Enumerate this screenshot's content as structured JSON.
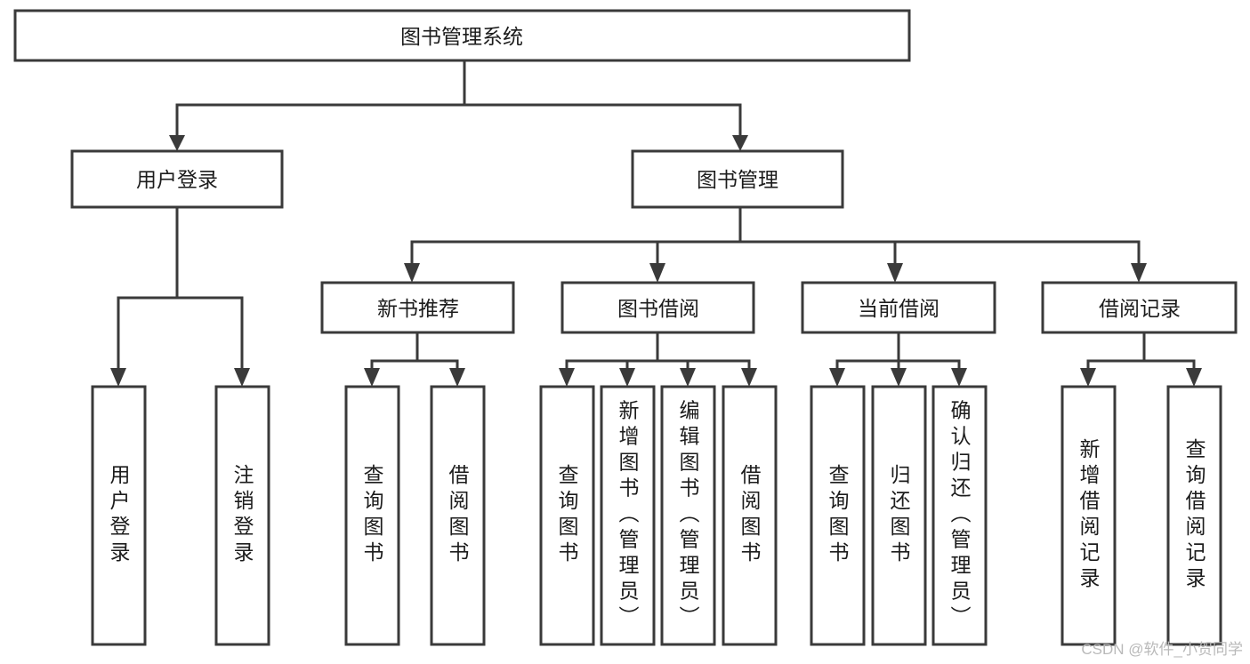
{
  "diagram": {
    "type": "tree",
    "title": "图书管理系统",
    "watermark": "CSDN @软件_小贺同学",
    "orientation": "top-down",
    "levels": [
      {
        "level": 0,
        "nodes": [
          {
            "id": "root",
            "label": "图书管理系统",
            "text_direction": "horizontal"
          }
        ]
      },
      {
        "level": 1,
        "nodes": [
          {
            "id": "login",
            "label": "用户登录",
            "text_direction": "horizontal",
            "parent": "root"
          },
          {
            "id": "bookmgmt",
            "label": "图书管理",
            "text_direction": "horizontal",
            "parent": "root"
          }
        ]
      },
      {
        "level": 2,
        "nodes": [
          {
            "id": "newbook",
            "label": "新书推荐",
            "text_direction": "horizontal",
            "parent": "bookmgmt"
          },
          {
            "id": "borrow",
            "label": "图书借阅",
            "text_direction": "horizontal",
            "parent": "bookmgmt"
          },
          {
            "id": "current",
            "label": "当前借阅",
            "text_direction": "horizontal",
            "parent": "bookmgmt"
          },
          {
            "id": "records",
            "label": "借阅记录",
            "text_direction": "horizontal",
            "parent": "bookmgmt"
          }
        ]
      },
      {
        "level": 3,
        "nodes": [
          {
            "id": "leaf-1",
            "label": "用户登录",
            "text_direction": "vertical",
            "parent": "login"
          },
          {
            "id": "leaf-2",
            "label": "注销登录",
            "text_direction": "vertical",
            "parent": "login"
          },
          {
            "id": "leaf-3",
            "label": "查询图书",
            "text_direction": "vertical",
            "parent": "newbook"
          },
          {
            "id": "leaf-4",
            "label": "借阅图书",
            "text_direction": "vertical",
            "parent": "newbook"
          },
          {
            "id": "leaf-5",
            "label": "查询图书",
            "text_direction": "vertical",
            "parent": "borrow"
          },
          {
            "id": "leaf-6",
            "label": "新增图书（管理员）",
            "text_direction": "vertical",
            "parent": "borrow"
          },
          {
            "id": "leaf-7",
            "label": "编辑图书（管理员）",
            "text_direction": "vertical",
            "parent": "borrow"
          },
          {
            "id": "leaf-8",
            "label": "借阅图书",
            "text_direction": "vertical",
            "parent": "borrow"
          },
          {
            "id": "leaf-9",
            "label": "查询图书",
            "text_direction": "vertical",
            "parent": "current"
          },
          {
            "id": "leaf-10",
            "label": "归还图书",
            "text_direction": "vertical",
            "parent": "current"
          },
          {
            "id": "leaf-11",
            "label": "确认归还（管理员）",
            "text_direction": "vertical",
            "parent": "current"
          },
          {
            "id": "leaf-12",
            "label": "新增借阅记录",
            "text_direction": "vertical",
            "parent": "records"
          },
          {
            "id": "leaf-13",
            "label": "查询借阅记录",
            "text_direction": "vertical",
            "parent": "records"
          }
        ]
      }
    ],
    "colors": {
      "box_stroke": "#3a3a3a",
      "box_fill": "#ffffff",
      "connector": "#3a3a3a",
      "text": "#1c1c1c",
      "watermark": "#b9b9b9",
      "background": "#ffffff"
    }
  }
}
